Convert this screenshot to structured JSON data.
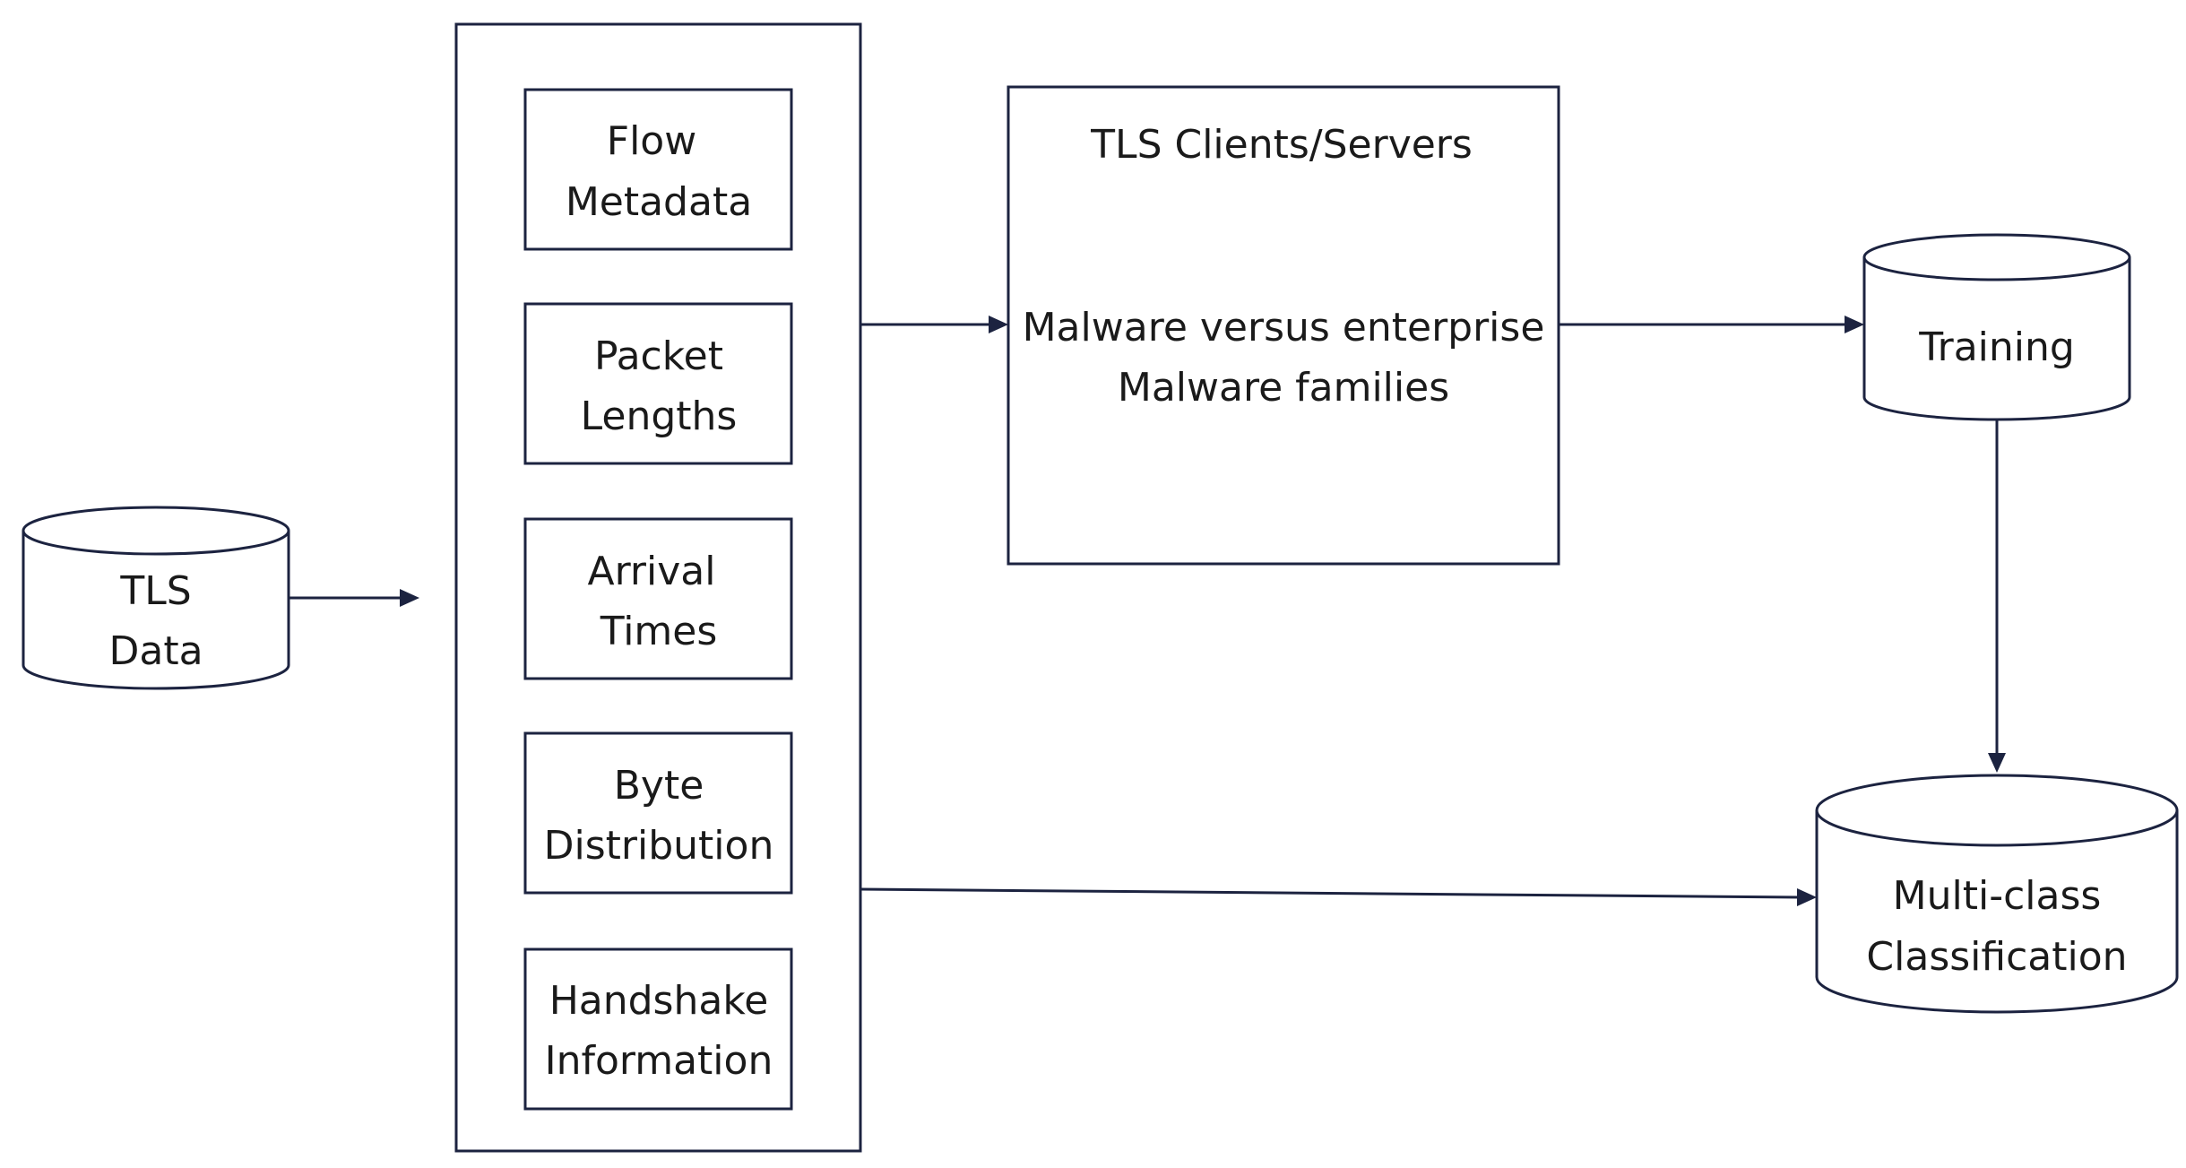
{
  "colors": {
    "stroke": "#1c2340",
    "text": "#1a1a1a",
    "background": "#ffffff"
  },
  "nodes": {
    "tls_data": {
      "line1": "TLS",
      "line2": "Data"
    },
    "features": {
      "flow_metadata": {
        "line1": "Flow",
        "line2": "Metadata"
      },
      "packet_lengths": {
        "line1": "Packet",
        "line2": "Lengths"
      },
      "arrival_times": {
        "line1": "Arrival",
        "line2": "Times"
      },
      "byte_distribution": {
        "line1": "Byte",
        "line2": "Distribution"
      },
      "handshake_information": {
        "line1": "Handshake",
        "line2": "Information"
      }
    },
    "tls_clients_servers": {
      "title": "TLS Clients/Servers",
      "line1": "Malware versus enterprise",
      "line2": "Malware families"
    },
    "training": {
      "label": "Training"
    },
    "multiclass": {
      "line1": "Multi-class",
      "line2": "Classification"
    }
  },
  "edges": [
    {
      "from": "tls_data",
      "to": "features"
    },
    {
      "from": "features",
      "to": "tls_clients_servers"
    },
    {
      "from": "tls_clients_servers",
      "to": "training"
    },
    {
      "from": "training",
      "to": "multiclass"
    },
    {
      "from": "features",
      "to": "multiclass"
    }
  ]
}
